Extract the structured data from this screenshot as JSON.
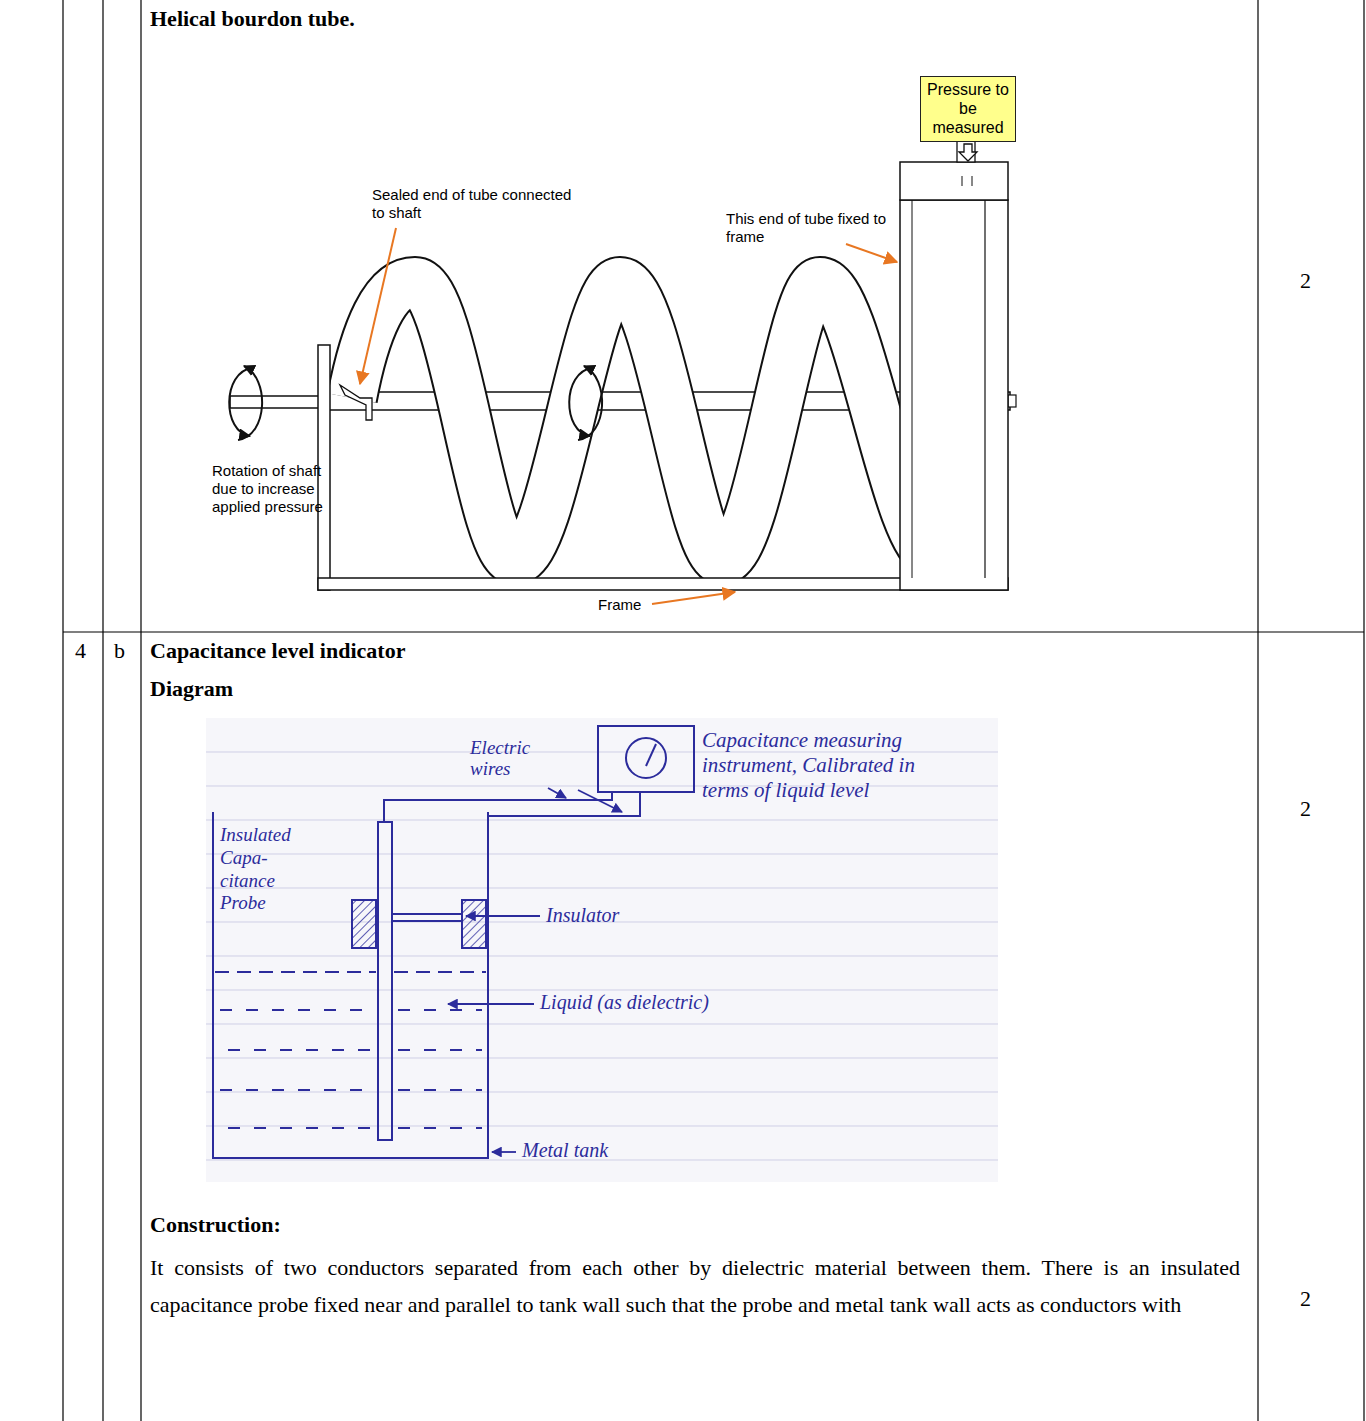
{
  "diagram": {
    "nodes": [
      {
        "text": [
          "Pressure to be measured"
        ]
      }
    ],
    "labels": [
      "Helical bourdon tube.",
      "Sealed end of tube connected to shaft",
      "This end of tube fixed to frame",
      "Rotation of shaft due to increase applied pressure",
      "Frame",
      "2",
      "4",
      "b",
      "Capacitance level indicator",
      "Diagram",
      "Electric wires",
      "Capacitance measuring instrument, Calibrated in terms of liquid level",
      "Insulated Capa- citance Probe",
      "Insulator",
      "Liquid (as dielectric)",
      "Metal tank",
      "2",
      "Construction:",
      "It consists of two conductors separated from each other by dielectric material between them. There is an insulated capacitance probe fixed near and parallel to tank wall such that the probe and metal tank wall acts as conductors with",
      "2"
    ]
  }
}
